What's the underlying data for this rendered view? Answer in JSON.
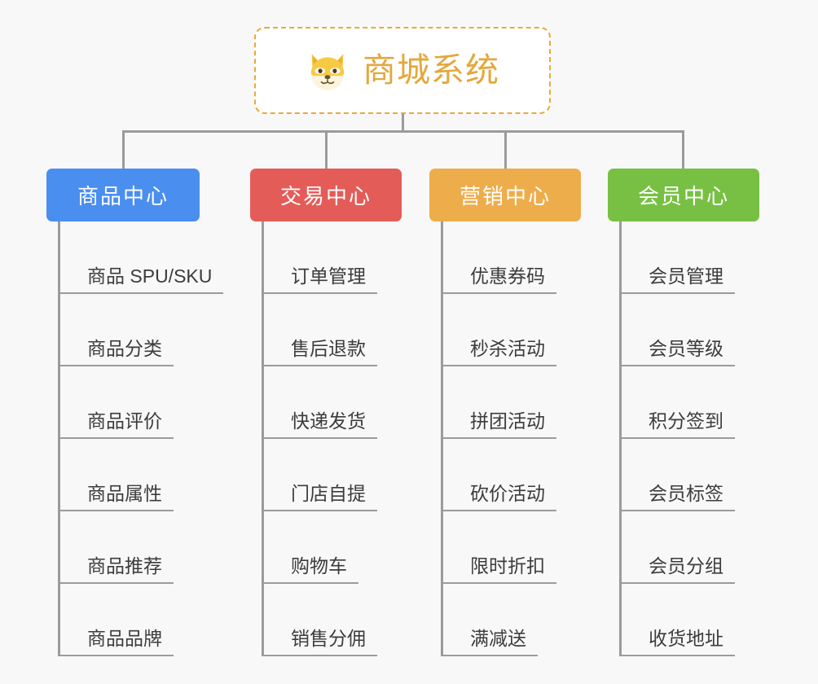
{
  "page": {
    "background_color": "#f8f8f8",
    "line_color": "#9b9b9b",
    "text_color": "#3c3c3c"
  },
  "root": {
    "title": "商城系统",
    "icon": "shiba-dog-emoji",
    "title_color": "#e3a83c",
    "border_color": "#e9a93a",
    "background_color": "#ffffff"
  },
  "columns": [
    {
      "header": "商品中心",
      "color": "#4a8ef0",
      "items": [
        {
          "label": "商品 SPU/SKU"
        },
        {
          "label": "商品分类"
        },
        {
          "label": "商品评价"
        },
        {
          "label": "商品属性"
        },
        {
          "label": "商品推荐"
        },
        {
          "label": "商品品牌"
        }
      ]
    },
    {
      "header": "交易中心",
      "color": "#e45c58",
      "items": [
        {
          "label": "订单管理"
        },
        {
          "label": "售后退款"
        },
        {
          "label": "快递发货"
        },
        {
          "label": "门店自提"
        },
        {
          "label": "购物车"
        },
        {
          "label": "销售分佣"
        }
      ]
    },
    {
      "header": "营销中心",
      "color": "#eead4b",
      "items": [
        {
          "label": "优惠券码"
        },
        {
          "label": "秒杀活动"
        },
        {
          "label": "拼团活动"
        },
        {
          "label": "砍价活动"
        },
        {
          "label": "限时折扣"
        },
        {
          "label": "满减送"
        }
      ]
    },
    {
      "header": "会员中心",
      "color": "#78c043",
      "items": [
        {
          "label": "会员管理"
        },
        {
          "label": "会员等级"
        },
        {
          "label": "积分签到"
        },
        {
          "label": "会员标签"
        },
        {
          "label": "会员分组"
        },
        {
          "label": "收货地址"
        }
      ]
    }
  ]
}
